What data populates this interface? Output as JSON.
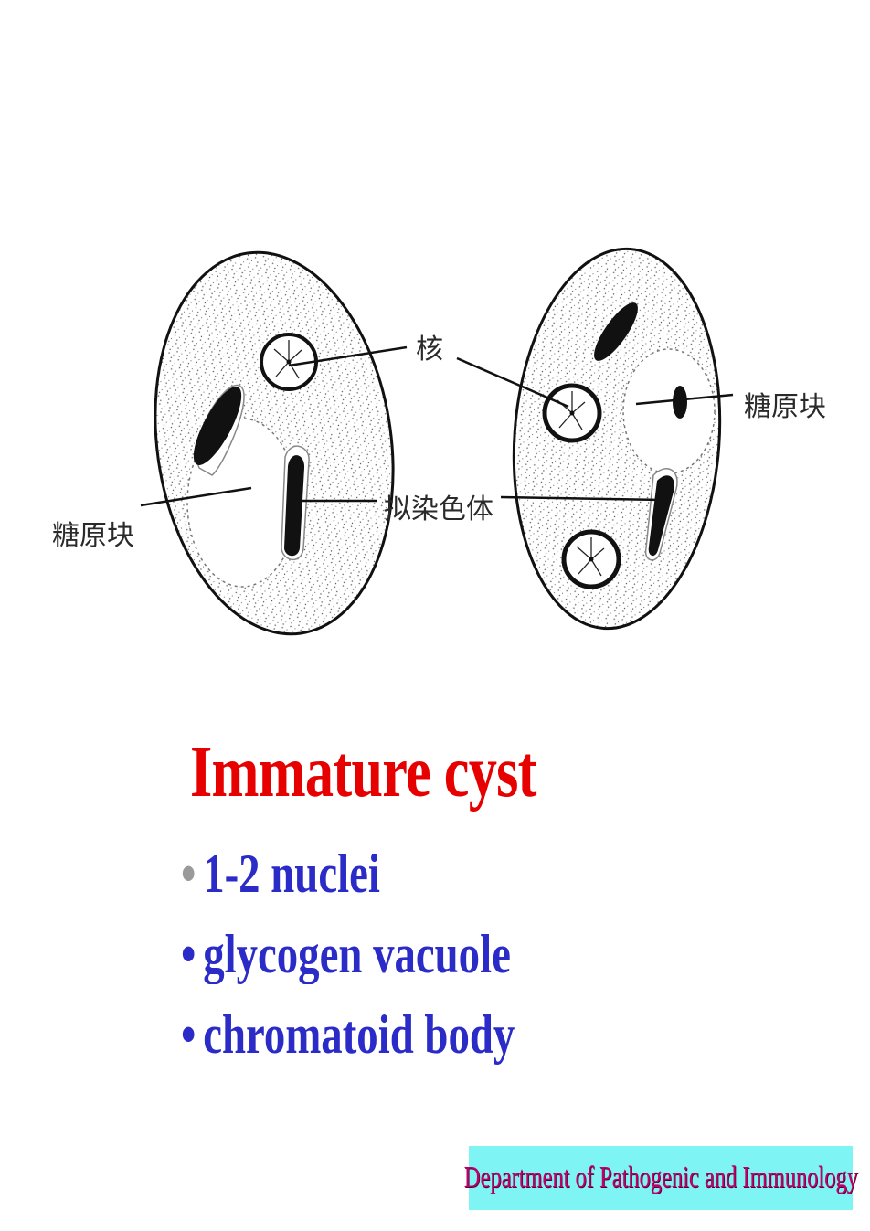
{
  "diagram": {
    "labels": {
      "nucleus": "核",
      "glycogen_left": "糖原块",
      "glycogen_right": "糖原块",
      "chromatoid": "拟染色体"
    }
  },
  "slide": {
    "title": "Immature cyst",
    "bullets": [
      {
        "marker": "•",
        "text": "1-2 nuclei"
      },
      {
        "marker": "•",
        "text": "glycogen vacuole"
      },
      {
        "marker": "•",
        "text": "chromatoid body"
      }
    ]
  },
  "footer": {
    "department": "Department of Pathogenic and Immunology"
  },
  "colors": {
    "title": "#e60000",
    "bullets": "#2b2bc8",
    "footer_bg": "#7ff4f4",
    "footer_text": "#c0006a"
  }
}
